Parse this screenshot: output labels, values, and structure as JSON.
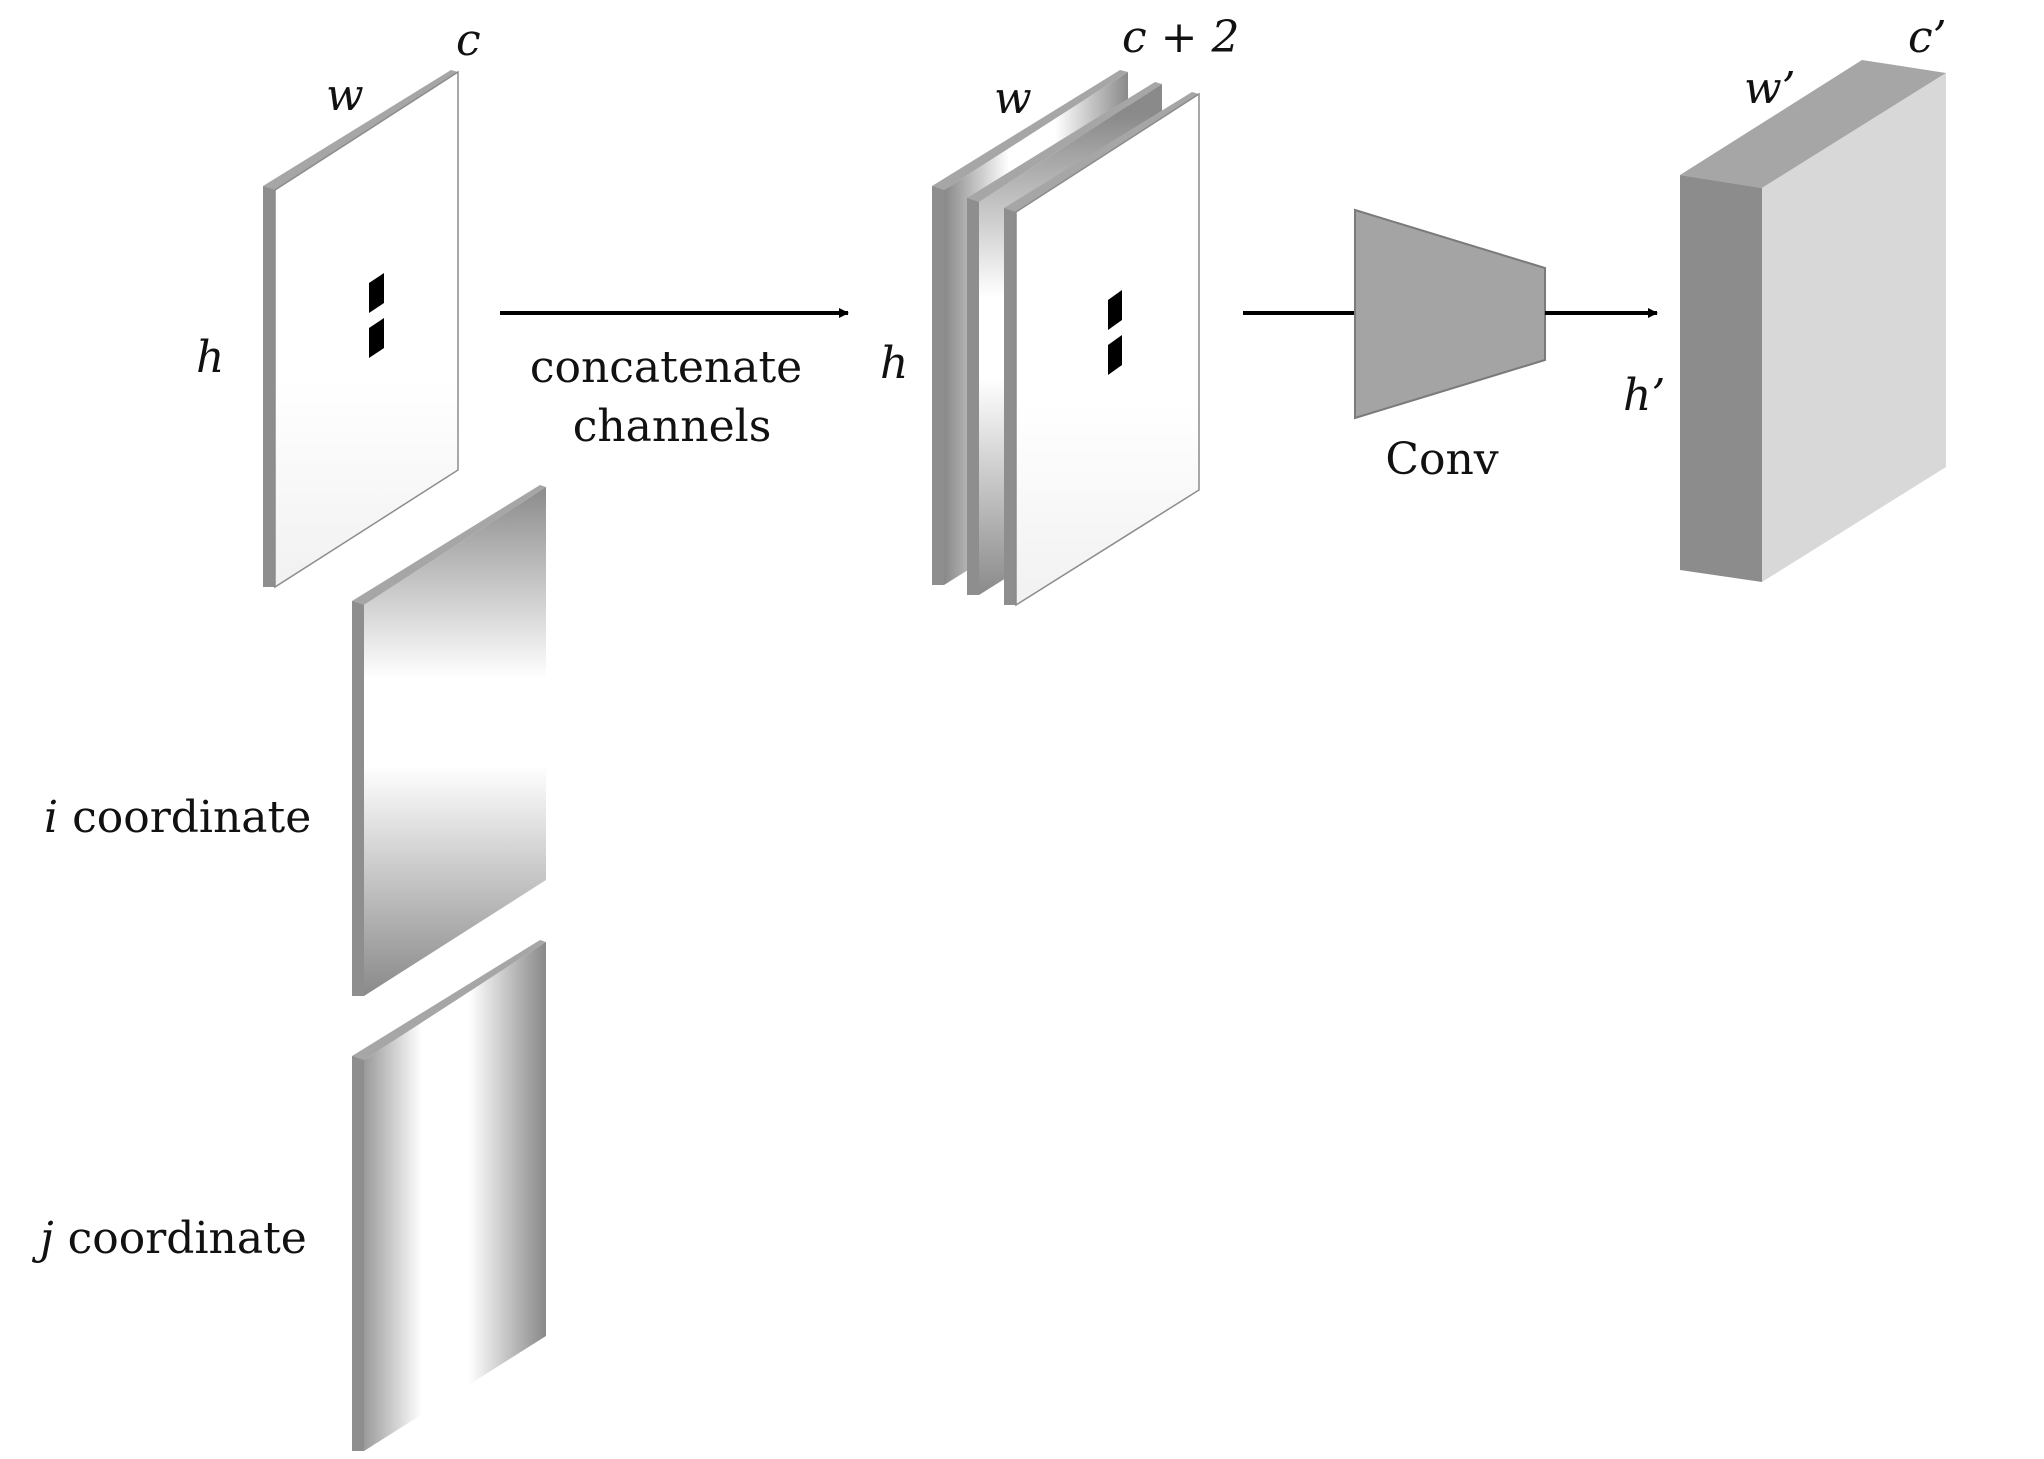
{
  "labels": {
    "input_w": "w",
    "input_c": "c",
    "input_h": "h",
    "concat_line1": "concatenate",
    "concat_line2": "channels",
    "stack_w": "w",
    "stack_c": "c + 2",
    "stack_h": "h",
    "conv": "Conv",
    "out_w": "w’",
    "out_c": "c’",
    "out_h": "h’",
    "i_letter": "i",
    "i_rest": " coordinate",
    "j_letter": "j",
    "j_rest": " coordinate"
  },
  "colors": {
    "edge_gray": "#8e8e8e",
    "top_gray": "#a6a6a6",
    "side_dark": "#8c8c8c",
    "side_light": "#d8d8d8",
    "conv_fill": "#a4a4a4",
    "arrow": "#000000"
  }
}
